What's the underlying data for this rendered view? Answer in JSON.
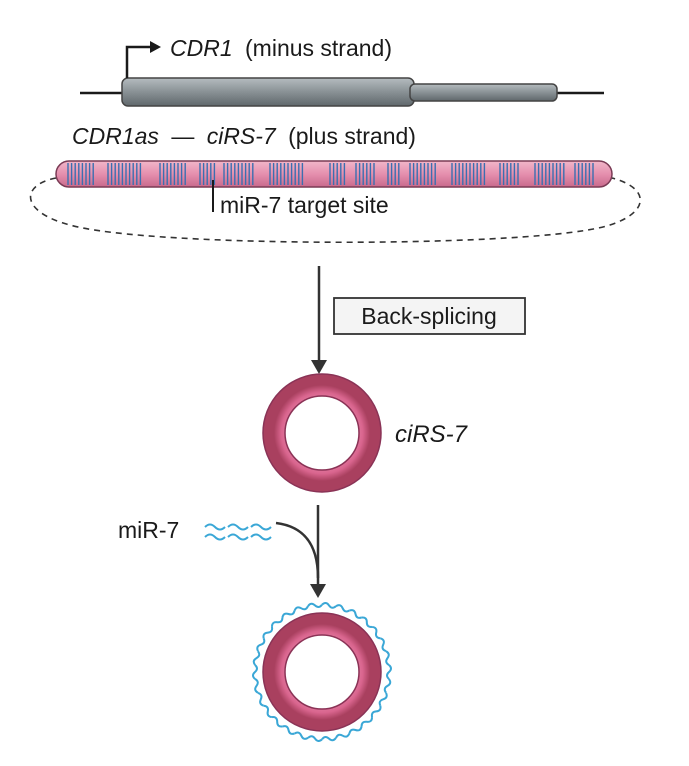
{
  "gene": {
    "name": "CDR1",
    "strand_label": "(minus strand)"
  },
  "antisense": {
    "name1": "CDR1as",
    "dash": "—",
    "name2": "ciRS-7",
    "strand_label": "(plus strand)"
  },
  "target_site_label": "miR-7 target site",
  "step_label": "Back-splicing",
  "circle_label": "ciRS-7",
  "mirna_label": "miR-7",
  "colors": {
    "gene_body": "#8c9498",
    "strand_pink": "#e08aa8",
    "site_blue": "#3b6fb0",
    "ring_pink": "#d9658e",
    "mirna_cyan": "#3aa7d6"
  }
}
